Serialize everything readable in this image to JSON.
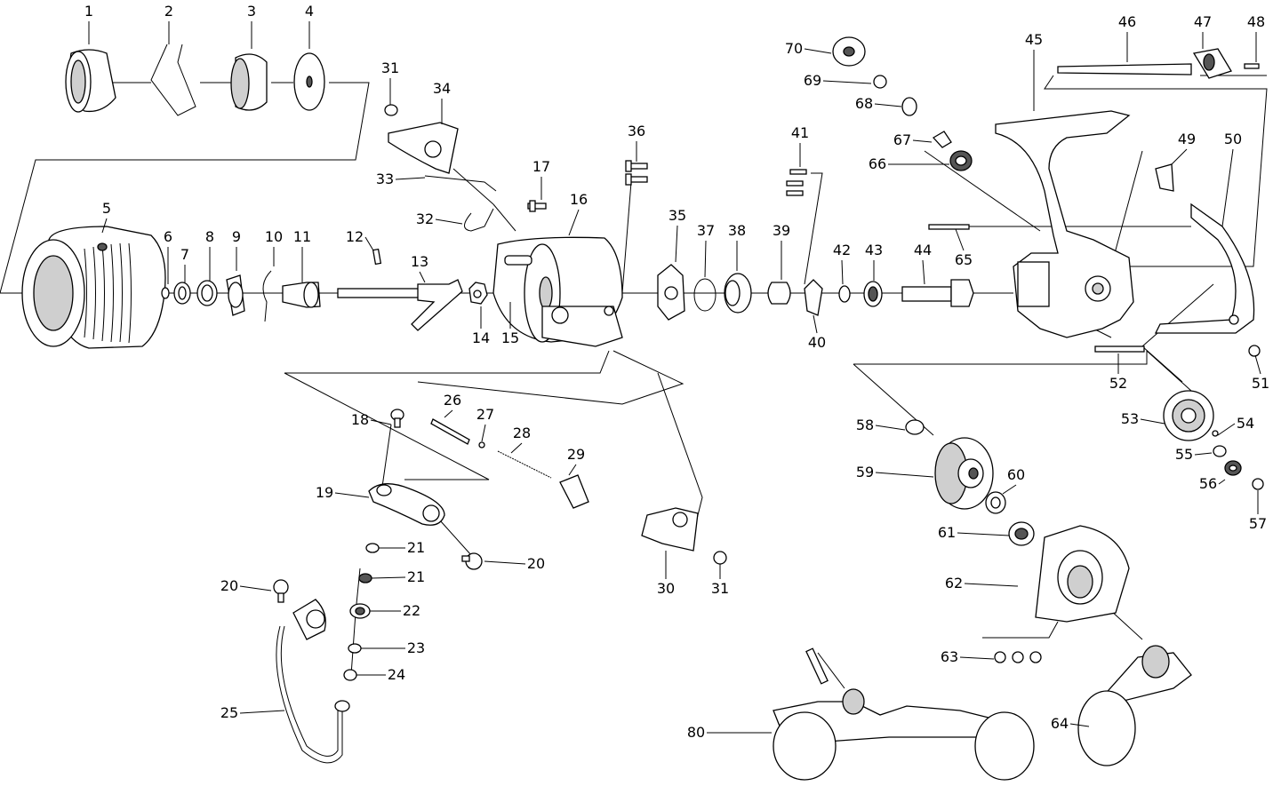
{
  "diagram": {
    "labels": [
      "1",
      "2",
      "3",
      "4",
      "5",
      "6",
      "7",
      "8",
      "9",
      "10",
      "11",
      "12",
      "13",
      "14",
      "15",
      "16",
      "17",
      "18",
      "19",
      "20",
      "20",
      "21",
      "21",
      "22",
      "23",
      "24",
      "25",
      "26",
      "27",
      "28",
      "29",
      "30",
      "31",
      "31",
      "32",
      "33",
      "34",
      "35",
      "36",
      "37",
      "38",
      "39",
      "40",
      "41",
      "42",
      "43",
      "44",
      "45",
      "46",
      "47",
      "48",
      "49",
      "50",
      "51",
      "52",
      "53",
      "54",
      "55",
      "56",
      "57",
      "58",
      "59",
      "60",
      "61",
      "62",
      "63",
      "64",
      "65",
      "66",
      "67",
      "68",
      "69",
      "70",
      "80"
    ]
  }
}
